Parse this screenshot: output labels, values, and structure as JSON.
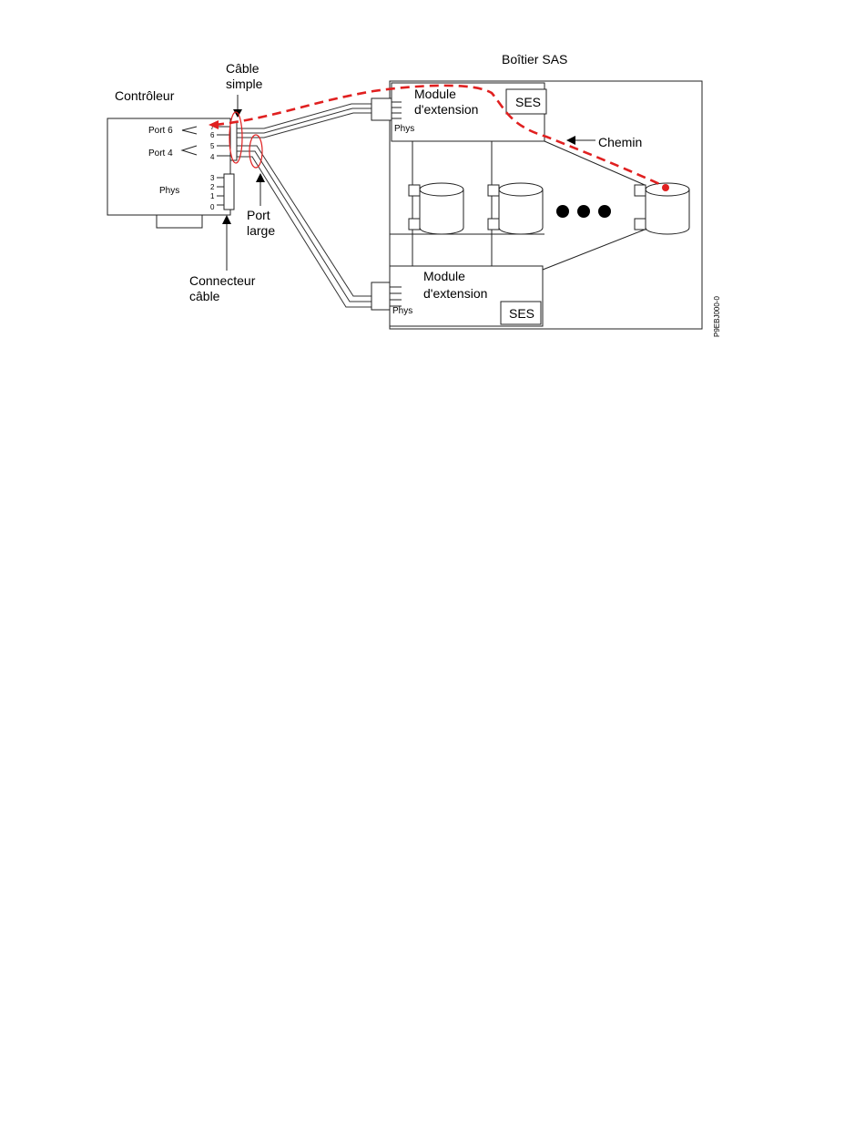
{
  "labels": {
    "controller": "Contrôleur",
    "single_cable_line1": "Câble",
    "single_cable_line2": "simple",
    "port6": "Port 6",
    "port4": "Port 4",
    "phys_controller": "Phys",
    "connector_line1": "Connecteur",
    "connector_line2": "câble",
    "wide_port_line1": "Port",
    "wide_port_line2": "large",
    "enclosure": "Boîtier SAS",
    "module_top_line1": "Module",
    "module_top_line2": "d'extension",
    "phys_top": "Phys",
    "ses_top": "SES",
    "path": "Chemin",
    "module_bottom_line1": "Module",
    "module_bottom_line2": "d'extension",
    "phys_bottom": "Phys",
    "ses_bottom": "SES",
    "figure_id": "P9EBJ000-0"
  },
  "phy_numbers": {
    "port6": [
      "7",
      "6"
    ],
    "port4": [
      "5",
      "4"
    ],
    "phys": [
      "3",
      "2",
      "1",
      "0"
    ]
  },
  "colors": {
    "line": "#222222",
    "highlight": "#e02020",
    "background": "#ffffff"
  }
}
